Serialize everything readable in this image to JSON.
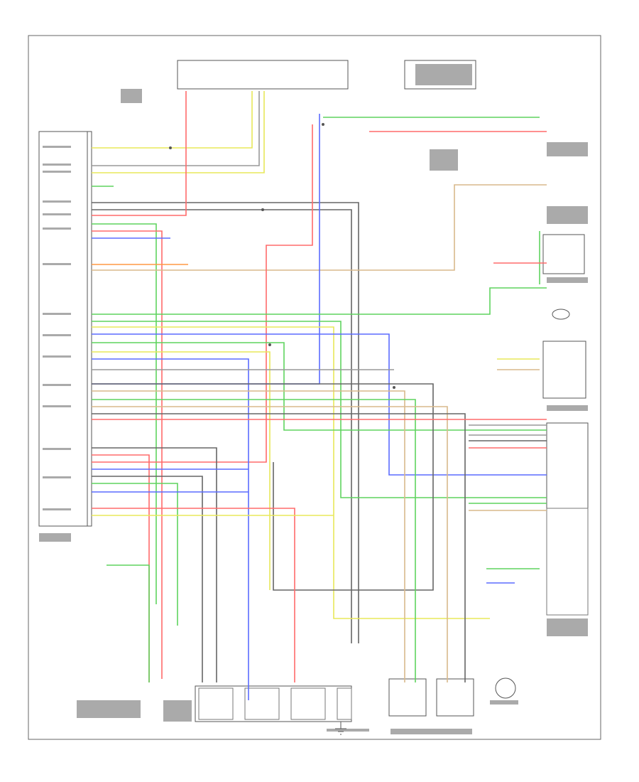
{
  "diagram": {
    "border_label": "",
    "footer_code": "",
    "colors": {
      "red": "#ff6b6b",
      "green": "#5fd35f",
      "yellow": "#e8e85a",
      "blue": "#5b6cff",
      "dark_gray": "#666666",
      "light_gray": "#bbbbbb",
      "orange": "#ff9944",
      "tan": "#d9b98c",
      "light_green": "#9be39b"
    },
    "components": [
      {
        "id": "pcm",
        "label": ""
      },
      {
        "id": "fuse-box-top",
        "label": ""
      },
      {
        "id": "fuse-box-right",
        "label": ""
      },
      {
        "id": "transmission-range-switch",
        "label": ""
      },
      {
        "id": "shift-solenoids",
        "label": ""
      },
      {
        "id": "lockup-solenoid",
        "label": ""
      },
      {
        "id": "instrument-cluster",
        "label": ""
      },
      {
        "id": "counter-shaft-speed-sensor",
        "label": ""
      },
      {
        "id": "mainshaft-speed-sensor",
        "label": ""
      },
      {
        "id": "transmission-harness",
        "label": ""
      }
    ]
  }
}
